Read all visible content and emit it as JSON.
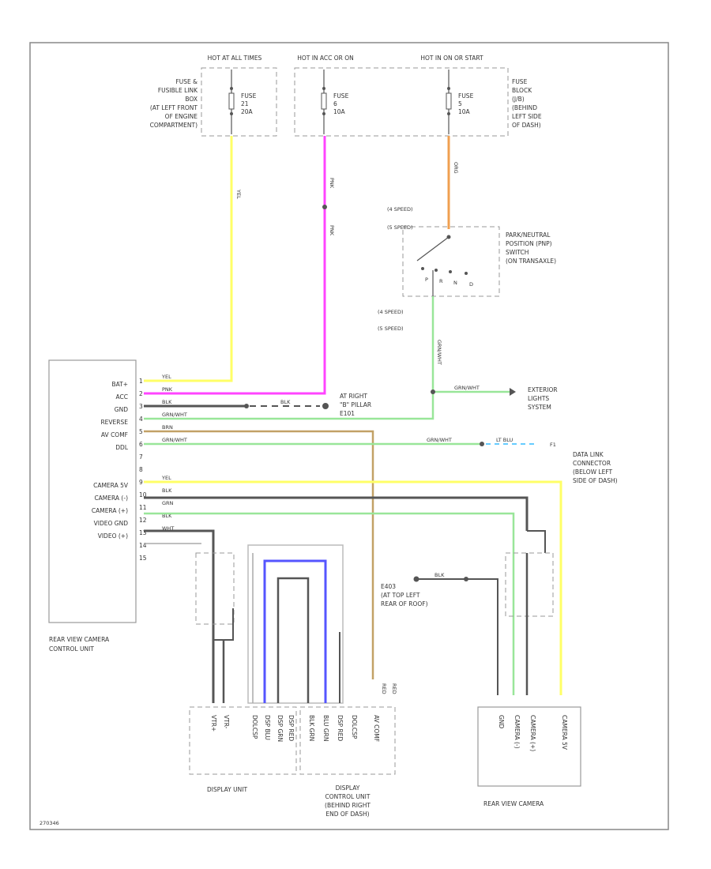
{
  "diagram_id": "270346",
  "power": {
    "hot_at_all": "HOT AT ALL TIMES",
    "hot_acc": "HOT IN ACC OR ON",
    "hot_run": "HOT IN ON OR START"
  },
  "fuse_link_box": {
    "lines": [
      "FUSE &",
      "FUSIBLE LINK",
      "BOX",
      "(AT LEFT FRONT",
      "OF ENGINE",
      "COMPARTMENT)"
    ],
    "fuse": [
      "FUSE",
      "21",
      "20A"
    ]
  },
  "fuse_block": {
    "lines": [
      "FUSE",
      "BLOCK",
      "(J/B)",
      "(BEHIND",
      "LEFT SIDE",
      "OF DASH)"
    ],
    "fuse_acc": [
      "FUSE",
      "6",
      "10A"
    ],
    "fuse_run": [
      "FUSE",
      "5",
      "10A"
    ]
  },
  "pnp": {
    "lines": [
      "PARK/NEUTRAL",
      "POSITION (PNP)",
      "SWITCH",
      "(ON TRANSAXLE)"
    ],
    "speed_a": "(4 SPEED)",
    "speed_b": "(5 SPEED)",
    "speed_c": "(4 SPEED)",
    "speed_d": "(5 SPEED)",
    "pins": [
      "P",
      "R",
      "N",
      "D"
    ]
  },
  "wires": {
    "yel": "YEL",
    "pnk": "PNK",
    "blk": "BLK",
    "grn_wht": "GRN/WHT",
    "brn": "BRN",
    "grn": "GRN",
    "wht": "WHT",
    "org": "ORG",
    "lt_blu": "LT BLU",
    "red": "RED"
  },
  "ground1": {
    "lines": [
      "AT RIGHT",
      "\"B\" PILLAR",
      "E101"
    ]
  },
  "ground2": {
    "lines": [
      "E403",
      "(AT TOP LEFT",
      "REAR OF ROOF)"
    ]
  },
  "exterior": {
    "lines": [
      "EXTERIOR",
      "LIGHTS",
      "SYSTEM"
    ]
  },
  "dlc": {
    "lines": [
      "DATA LINK",
      "CONNECTOR",
      "(BELOW LEFT",
      "SIDE OF DASH)"
    ],
    "pin": "F1"
  },
  "rvc_unit": {
    "pins": [
      "BAT+",
      "ACC",
      "GND",
      "REVERSE",
      "AV COMF",
      "DDL",
      "",
      "CAMERA 5V",
      "CAMERA (-)",
      "CAMERA (+)",
      "VIDEO GND",
      "VIDEO (+)"
    ],
    "pin_nums": [
      "1",
      "2",
      "3",
      "4",
      "5",
      "6",
      "7",
      "8",
      "9",
      "10",
      "11",
      "12",
      "13",
      "14",
      "15"
    ],
    "label": [
      "REAR VIEW CAMERA",
      "CONTROL UNIT"
    ]
  },
  "display_unit": {
    "pins": [
      "VTR+",
      "VTR-",
      "DOLCSP",
      "DSP BLU",
      "DSP GRN",
      "DSP RED"
    ],
    "label": "DISPLAY UNIT"
  },
  "display_control": {
    "pins": [
      "BLK GRN",
      "BLU GRN",
      "DSP RED",
      "DOLCSP",
      "AV COMF"
    ],
    "label": [
      "DISPLAY",
      "CONTROL UNIT",
      "(BEHIND RIGHT",
      "END OF DASH)"
    ]
  },
  "camera": {
    "pins": [
      "GND",
      "CAMERA (-)",
      "CAMERA (+)",
      "CAMERA 5V"
    ],
    "label": "REAR VIEW CAMERA"
  },
  "colors": {
    "yellow": "#ffff66",
    "magenta": "#ff44ff",
    "black": "#555555",
    "green": "#99e699",
    "brown": "#c2a166",
    "orange": "#f0a050",
    "blue": "#5555ff",
    "lightblue": "#66ccff"
  }
}
